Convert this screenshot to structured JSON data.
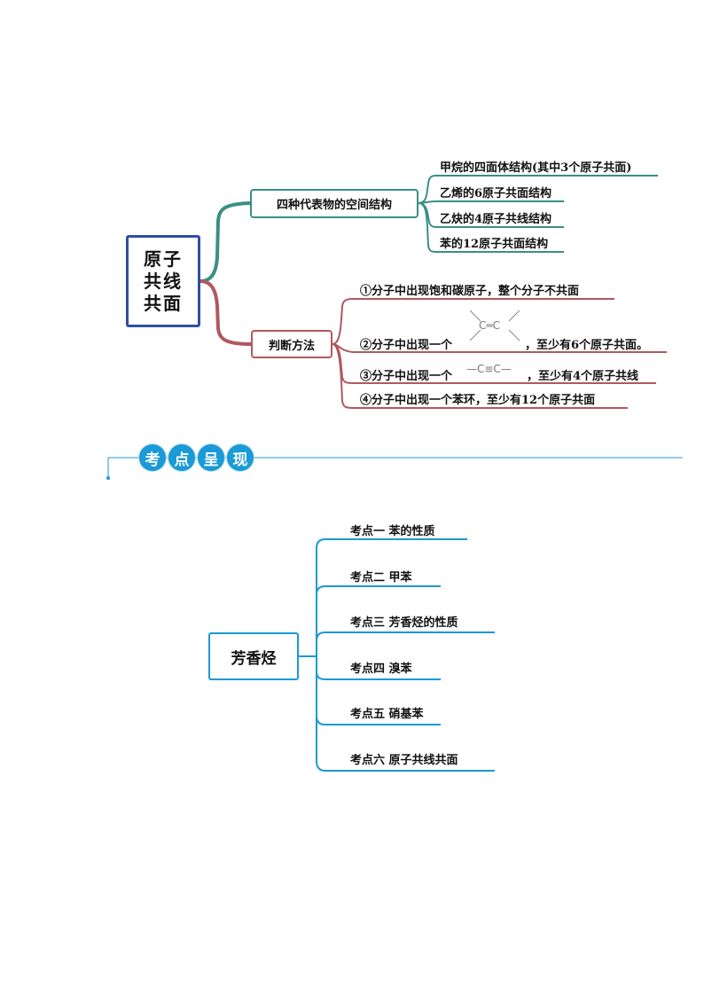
{
  "mindmap1": {
    "root": "原子共线共面",
    "branch_structures": {
      "label": "四种代表物的空间结构",
      "items": [
        "甲烷的四面体结构(其中3个原子共面)",
        "乙烯的6原子共面结构",
        "乙炔的4原子共线结构",
        "苯的12原子共面结构"
      ]
    },
    "branch_methods": {
      "label": "判断方法",
      "items": [
        "①分子中出现饱和碳原子，整个分子不共面",
        "②分子中出现一个",
        "，至少有6个原子共面。",
        "③分子中出现一个",
        "，至少有4个原子共线",
        "④分子中出现一个苯环，至少有12个原子共面"
      ],
      "formula_alkene": "C═C",
      "formula_alkyne": "—C≡C—"
    },
    "colors": {
      "teal": "#3a8f86",
      "red": "#b0585f",
      "blue": "#2f4fa0"
    }
  },
  "section_header": {
    "chars": [
      "考",
      "点",
      "呈",
      "现"
    ],
    "color": "#1a9ad6"
  },
  "mindmap2": {
    "root": "芳香烃",
    "items": [
      "考点一  苯的性质",
      "考点二  甲苯",
      "考点三  芳香烃的性质",
      "考点四  溴苯",
      "考点五  硝基苯",
      "考点六  原子共线共面"
    ],
    "color": "#1a9ad6"
  }
}
